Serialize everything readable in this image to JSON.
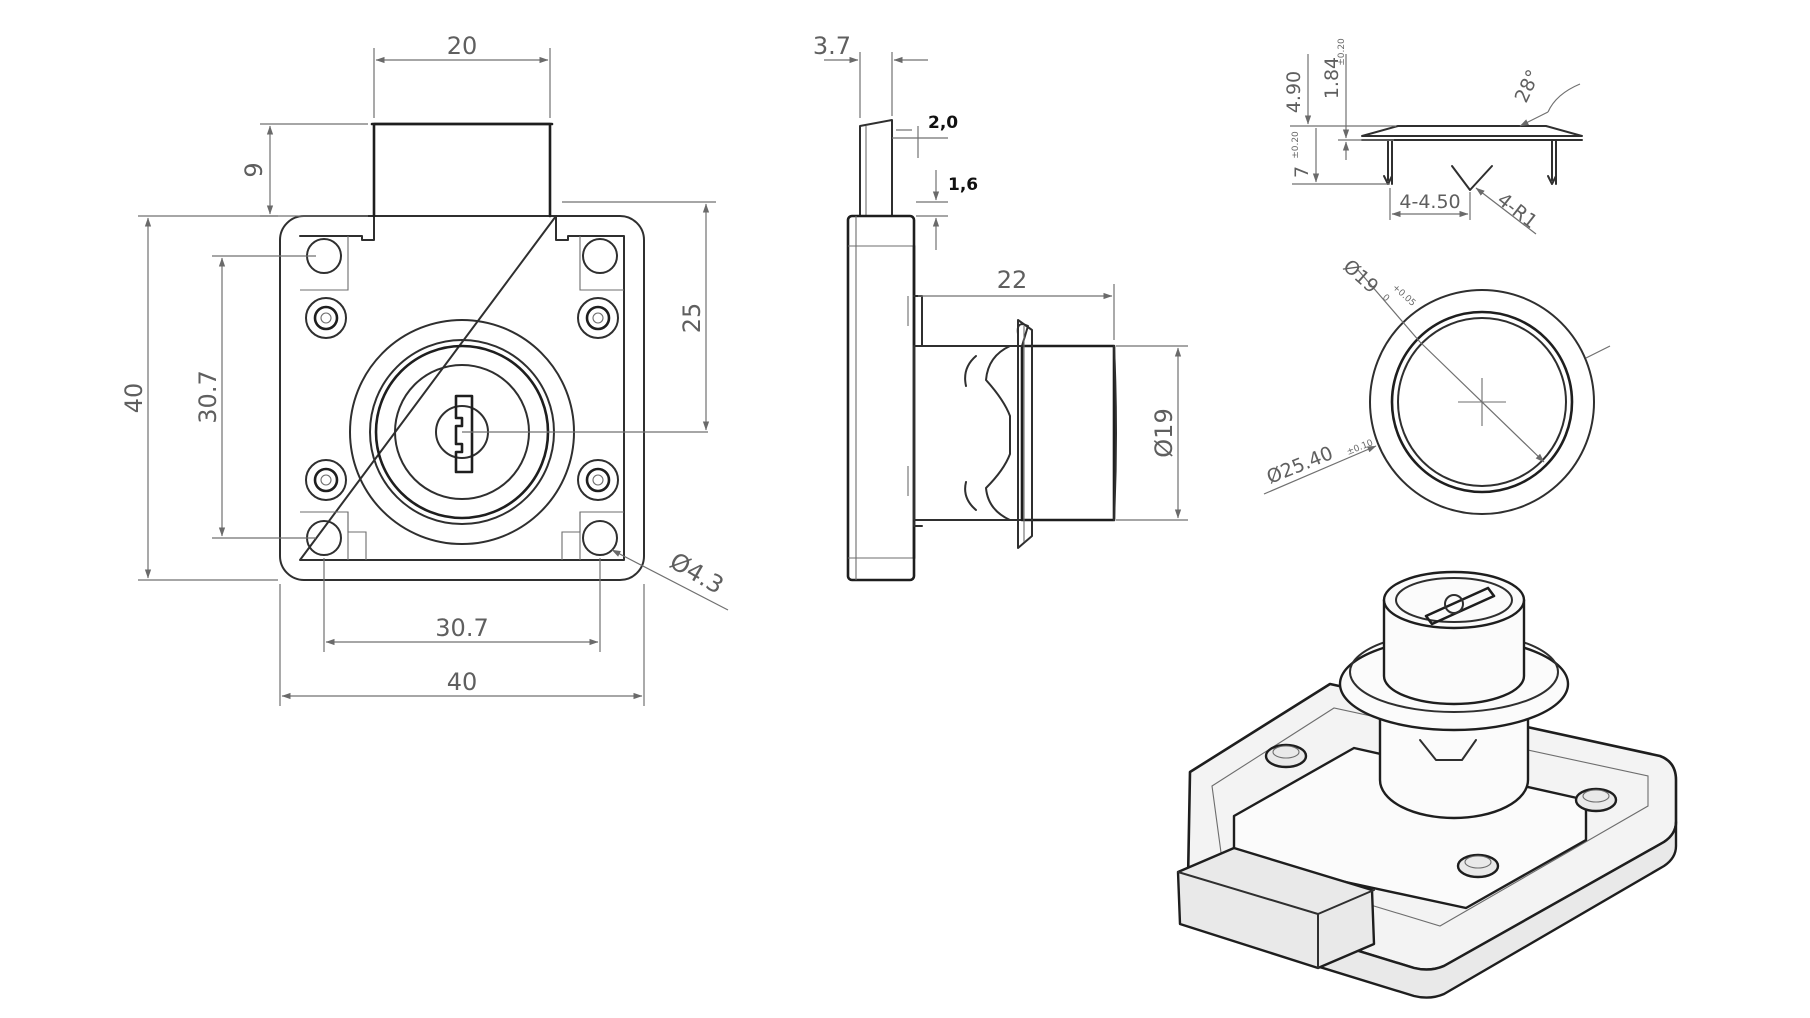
{
  "front_view": {
    "dim_bolt_width": "20",
    "dim_bolt_height": "9",
    "dim_overall_height": "40",
    "dim_hole_vertical": "30.7",
    "dim_center_offset": "25",
    "dim_hole_horizontal": "30.7",
    "dim_overall_width": "40",
    "dim_hole_diameter": "Ø4.3"
  },
  "side_view": {
    "dim_plate_thickness": "3.7",
    "dim_bolt_offset": "2,0",
    "dim_bolt_step": "1,6",
    "dim_cylinder_length": "22",
    "dim_cylinder_diameter": "Ø19"
  },
  "flange_detail": {
    "dim_flange_height": "4.90",
    "dim_flange_lip": "1.84",
    "dim_flange_lip_tol": "±0.20",
    "dim_pin_length": "7",
    "dim_pin_length_tol": "±0.20",
    "dim_angle": "28°",
    "dim_radius": "4-R1",
    "dim_pin_spacing": "4-4.50"
  },
  "ring_view": {
    "dim_inner_diameter": "Ø19",
    "dim_inner_tol_upper": "+0.05",
    "dim_inner_tol_lower": "0",
    "dim_outer_diameter": "Ø25.40",
    "dim_outer_tol": "±0.10"
  }
}
